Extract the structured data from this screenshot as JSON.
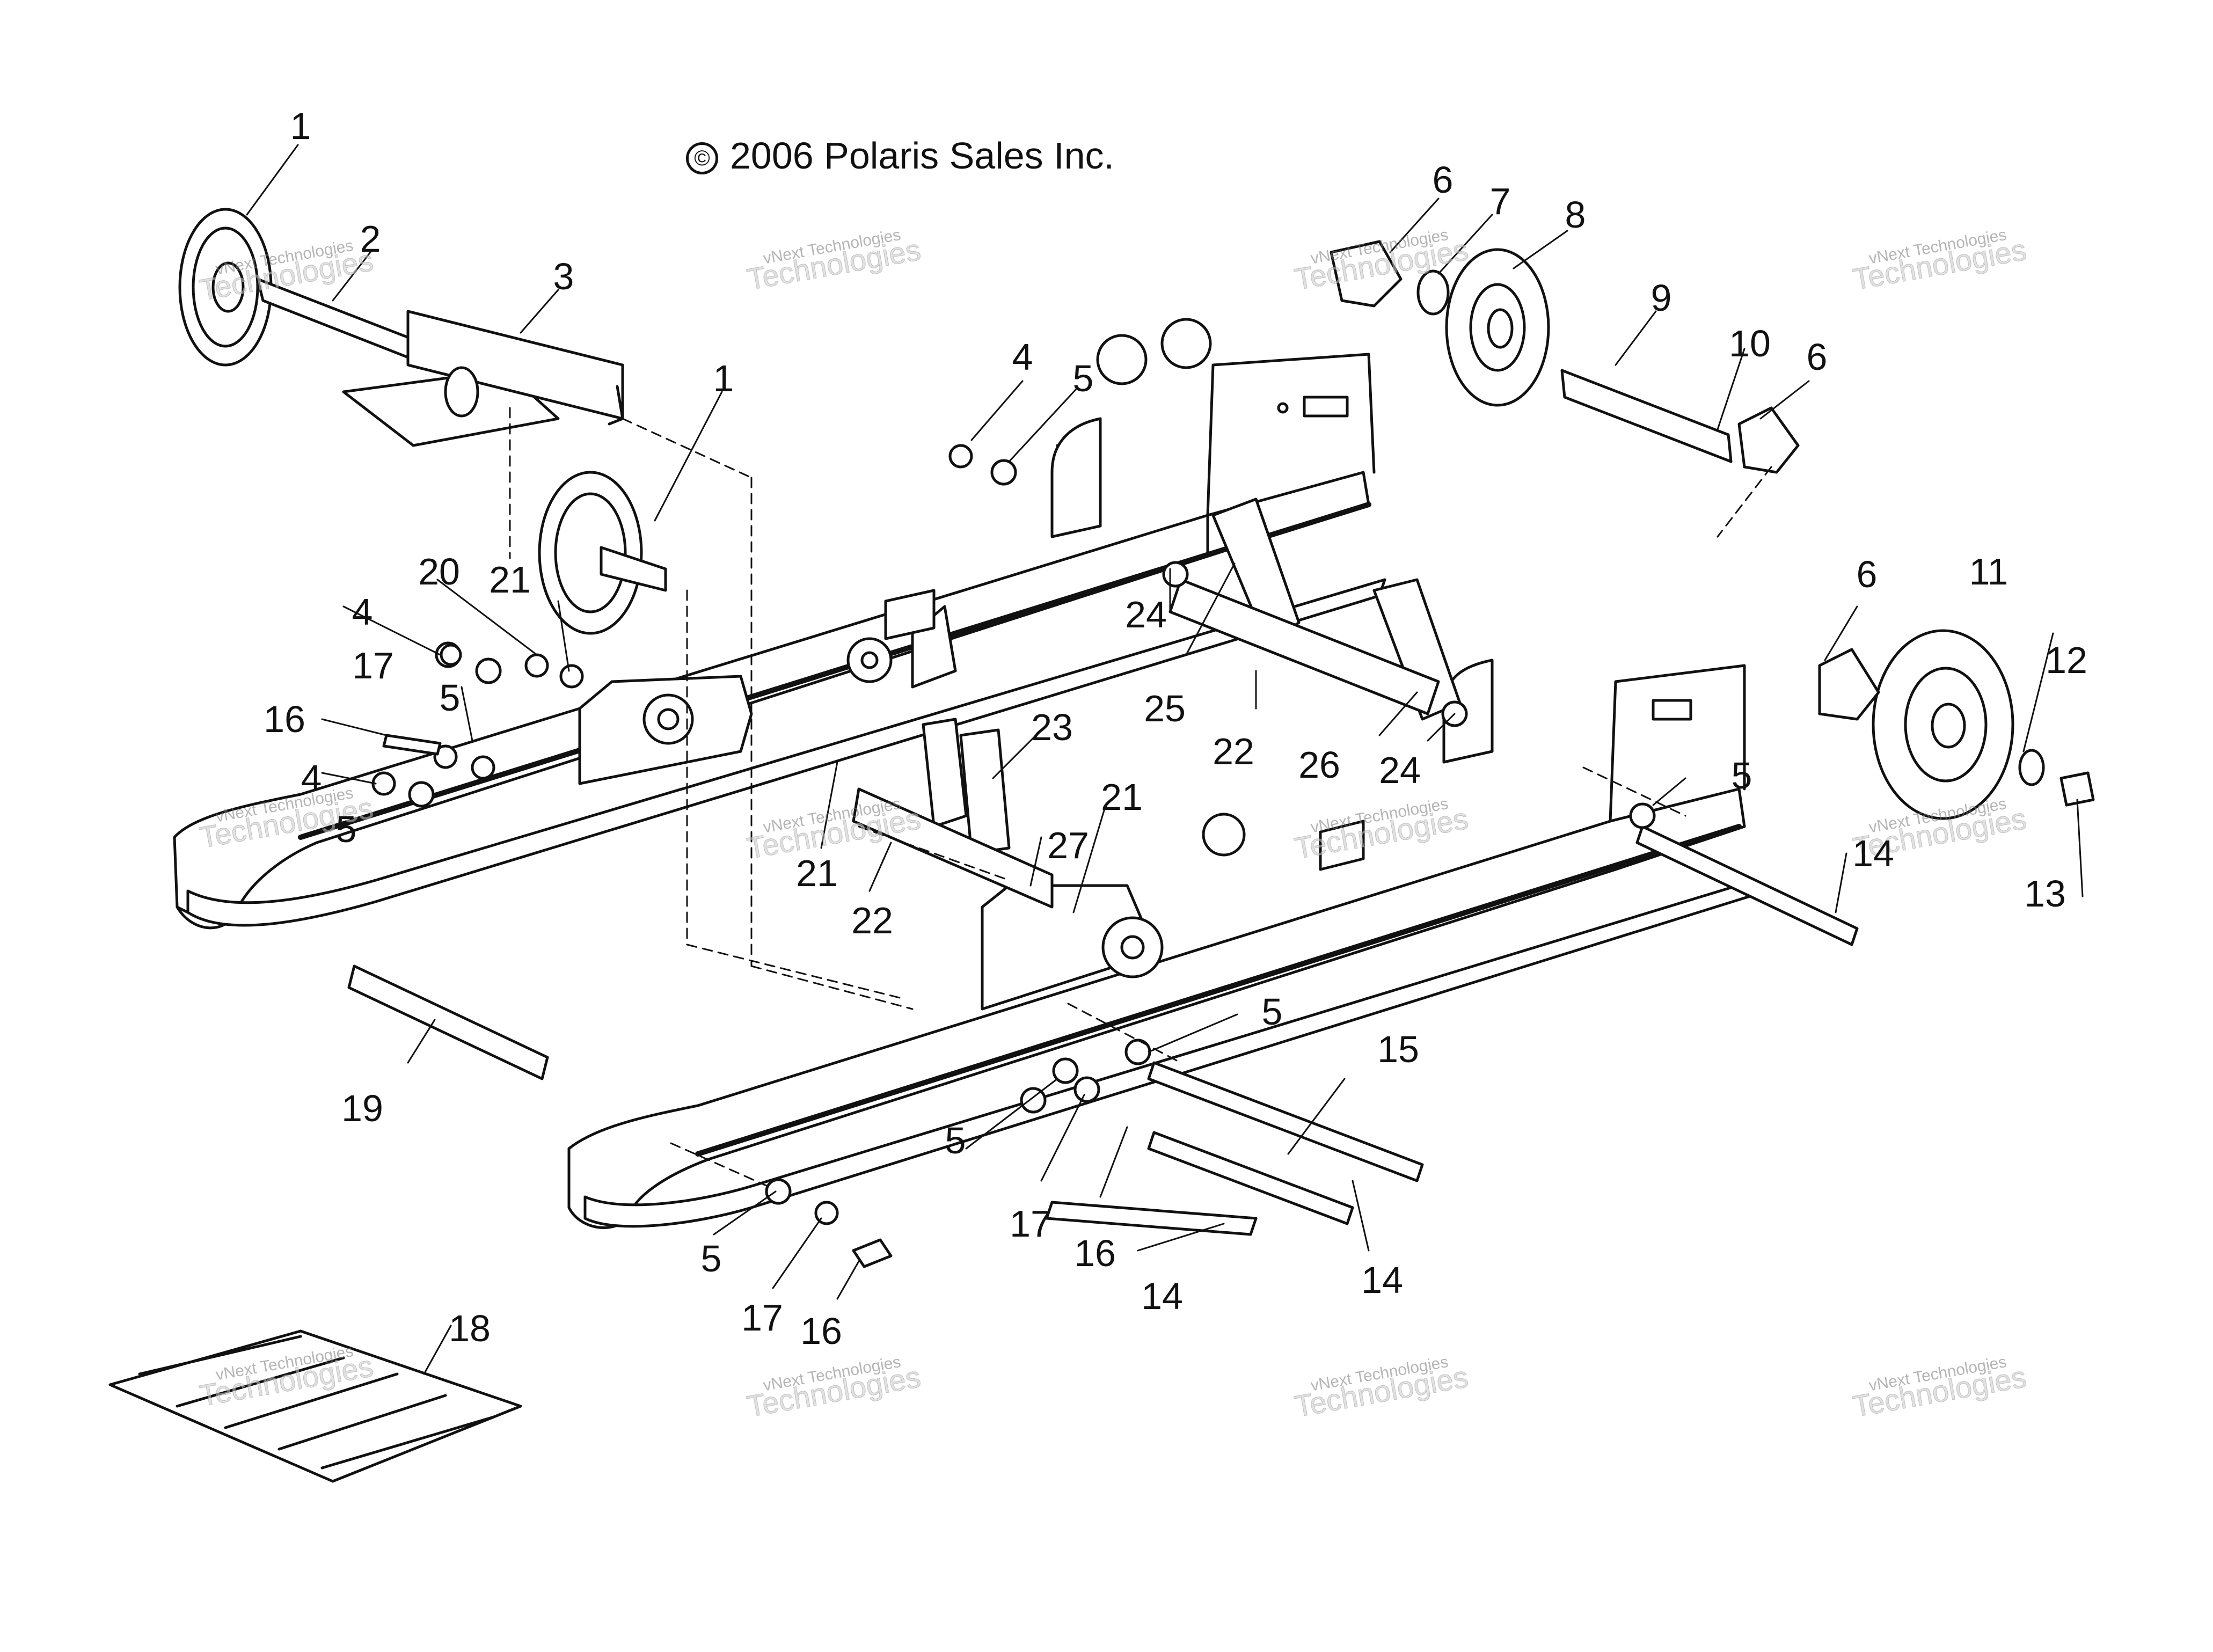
{
  "copyright": {
    "symbol": "©",
    "text": "2006 Polaris Sales Inc."
  },
  "watermark": {
    "line1": "vNext Technologies",
    "line2": "Technologies"
  },
  "callouts": [
    {
      "id": "c1a",
      "text": "1"
    },
    {
      "id": "c2",
      "text": "2"
    },
    {
      "id": "c3",
      "text": "3"
    },
    {
      "id": "c1b",
      "text": "1"
    },
    {
      "id": "c4a",
      "text": "4"
    },
    {
      "id": "c5a",
      "text": "5"
    },
    {
      "id": "c6a",
      "text": "6"
    },
    {
      "id": "c7",
      "text": "7"
    },
    {
      "id": "c8",
      "text": "8"
    },
    {
      "id": "c9",
      "text": "9"
    },
    {
      "id": "c10",
      "text": "10"
    },
    {
      "id": "c6b",
      "text": "6"
    },
    {
      "id": "c6c",
      "text": "6"
    },
    {
      "id": "c11",
      "text": "11"
    },
    {
      "id": "c12",
      "text": "12"
    },
    {
      "id": "c13",
      "text": "13"
    },
    {
      "id": "c20",
      "text": "20"
    },
    {
      "id": "c21a",
      "text": "21"
    },
    {
      "id": "c4b",
      "text": "4"
    },
    {
      "id": "c17a",
      "text": "17"
    },
    {
      "id": "c5b",
      "text": "5"
    },
    {
      "id": "c16a",
      "text": "16"
    },
    {
      "id": "c4c",
      "text": "4"
    },
    {
      "id": "c5c",
      "text": "5"
    },
    {
      "id": "c24a",
      "text": "24"
    },
    {
      "id": "c25",
      "text": "25"
    },
    {
      "id": "c22a",
      "text": "22"
    },
    {
      "id": "c26",
      "text": "26"
    },
    {
      "id": "c24b",
      "text": "24"
    },
    {
      "id": "c23",
      "text": "23"
    },
    {
      "id": "c27",
      "text": "27"
    },
    {
      "id": "c21b",
      "text": "21"
    },
    {
      "id": "c21c",
      "text": "21"
    },
    {
      "id": "c22b",
      "text": "22"
    },
    {
      "id": "c5d",
      "text": "5"
    },
    {
      "id": "c14a",
      "text": "14"
    },
    {
      "id": "c5e",
      "text": "5"
    },
    {
      "id": "c15",
      "text": "15"
    },
    {
      "id": "c19",
      "text": "19"
    },
    {
      "id": "c5f",
      "text": "5"
    },
    {
      "id": "c17b",
      "text": "17"
    },
    {
      "id": "c16b",
      "text": "16"
    },
    {
      "id": "c14b",
      "text": "14"
    },
    {
      "id": "c14c",
      "text": "14"
    },
    {
      "id": "c5g",
      "text": "5"
    },
    {
      "id": "c17c",
      "text": "17"
    },
    {
      "id": "c16c",
      "text": "16"
    },
    {
      "id": "c18",
      "text": "18"
    }
  ]
}
